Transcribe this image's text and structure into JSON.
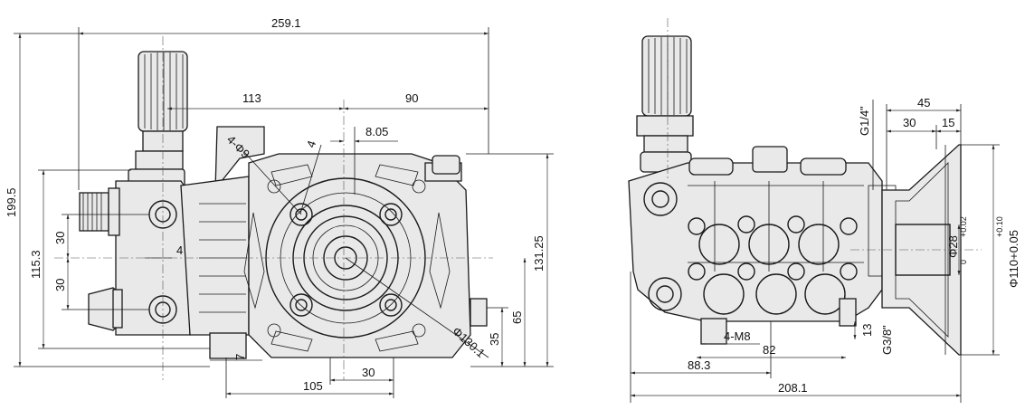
{
  "dimensions": {
    "front": {
      "overall_width": "259.1",
      "upper_left": "113",
      "upper_right": "90",
      "offset_805": "8.05",
      "angle_4": "4",
      "holes": "4-Φ9",
      "height_overall": "199.5",
      "height_body": "115.3",
      "pitch_upper": "30",
      "pitch_lower": "30",
      "small_4": "4",
      "height_13125": "131.25",
      "height_65": "65",
      "height_35": "35",
      "bottom_7": "7",
      "bottom_30": "30",
      "bottom_105": "105",
      "circle_1301": "Φ130.1"
    },
    "side": {
      "thread_top": "G1/4\"",
      "flange_45": "45",
      "flange_30": "30",
      "flange_15": "15",
      "shaft_diam": "Φ28",
      "shaft_tol_hi": "+0.02",
      "shaft_tol_lo": "0",
      "flange_diam": "Φ110+0.05",
      "flange_tol_lo": "+0.10",
      "m8": "4-M8",
      "span_82": "82",
      "span_883": "88.3",
      "overall_208": "208.1",
      "h_13": "13",
      "thread_bottom": "G3/8\""
    }
  }
}
